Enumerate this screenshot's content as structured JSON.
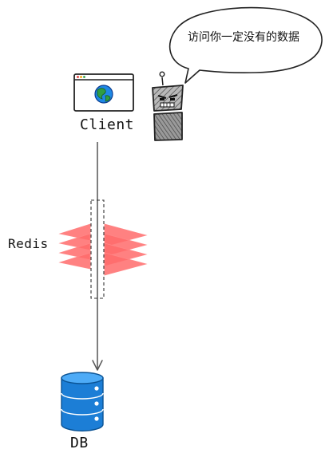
{
  "labels": {
    "client": "Client",
    "redis": "Redis",
    "db": "DB"
  },
  "bubble": {
    "text": "访问你一定没有的数据"
  },
  "icons": {
    "client": "browser-globe-icon",
    "attacker": "robot-attacker-icon",
    "cache": "layers-stack-icon",
    "database": "database-icon"
  },
  "colors": {
    "cache_layers": "#ff6b6b",
    "database": "#1c7ed6",
    "globe": "#1e88e5",
    "land": "#2f9e44",
    "robot": "#8a8a8a"
  }
}
